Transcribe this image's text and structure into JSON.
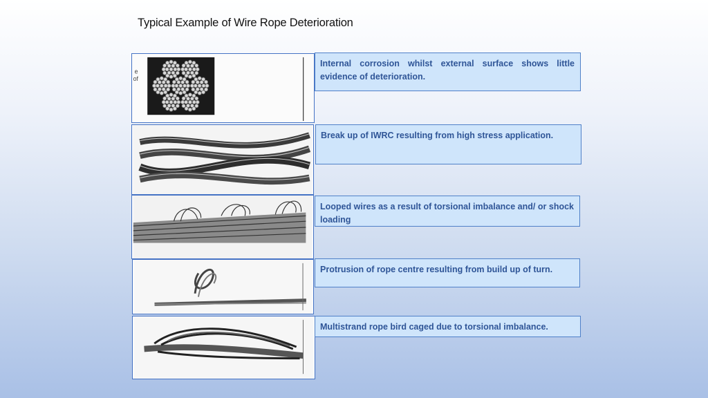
{
  "slide": {
    "title": "Typical Example of Wire Rope Deterioration",
    "items": [
      {
        "caption": "Internal corrosion whilst external surface shows little evidence of deterioration.",
        "image_icon": "rope-cross-section-icon"
      },
      {
        "caption": "Break up of IWRC resulting from high stress application.",
        "image_icon": "twisted-rope-icon"
      },
      {
        "caption": "Looped wires as a result of torsional imbalance and/ or shock loading",
        "image_icon": "looped-wires-rope-icon"
      },
      {
        "caption": "Protrusion of rope centre resulting from build up of turn.",
        "image_icon": "protruding-core-rope-icon"
      },
      {
        "caption": "Multistrand rope bird caged due to torsional imbalance.",
        "image_icon": "bird-caged-rope-icon"
      }
    ],
    "fragment_text": {
      "line1": "e",
      "line2": "of"
    }
  },
  "colors": {
    "caption_fill": "#cfe5fb",
    "caption_border": "#4f80c8",
    "caption_text": "#2f5597",
    "photo_border": "#4472c4"
  }
}
